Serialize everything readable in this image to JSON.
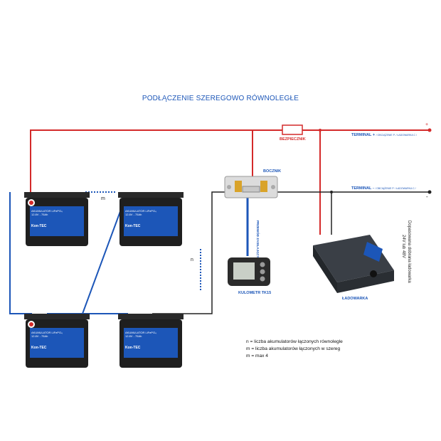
{
  "title": "PODŁĄCZENIE SZEREGOWO RÓWNOLEGŁE",
  "labels": {
    "fuse": "BEZPIECZNIK",
    "shunt": "BOCZNIK",
    "terminal_plus": "TERMINAL +",
    "terminal_plus_note": "/ OBCIĄŻENIE  P. / ŁADOWARKA C /",
    "terminal_minus": "TERMINAL -",
    "terminal_minus_note": "/ OBCIĄŻENIE  P. / ŁADOWARKA C /",
    "plus": "+",
    "minus": "-",
    "wiring": "PRZEWÓD ZASILAJĄCY",
    "meter": "KULOMETR TK15",
    "charger": "ŁADOWARKA",
    "charger_note_1": "Dopasowana dobrana ładowarka",
    "charger_note_2": "24V lub 48V",
    "n": "n",
    "m": "m"
  },
  "battery": {
    "title": "AKUMULATOR LiFePO₄",
    "spec": "12.8V - 75Ah",
    "brand": "Kon-TEC"
  },
  "legend": [
    "n = liczba akumulatorów łączonych równolegle",
    "m = liczba akumulatorów łączonych w szereg",
    "m = max 4"
  ],
  "colors": {
    "positive": "#d42a2a",
    "negative": "#222222",
    "link": "#1c56b8",
    "accent": "#1c56b8"
  }
}
